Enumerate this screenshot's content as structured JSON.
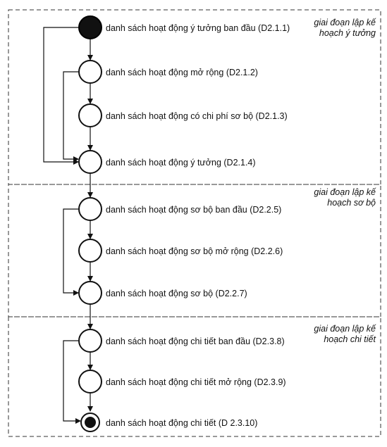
{
  "stages": [
    {
      "label_line1": "giai đoạn lập kế",
      "label_line2": "hoạch ý tưởng"
    },
    {
      "label_line1": "giai đoạn lập kế",
      "label_line2": "hoạch sơ bộ"
    },
    {
      "label_line1": "giai đoạn lập kế",
      "label_line2": "hoạch chi tiết"
    }
  ],
  "nodes": [
    {
      "label": "danh sách hoạt động ý tưởng ban đầu (D2.1.1)",
      "kind": "start"
    },
    {
      "label": "danh sách hoạt động mở rộng (D2.1.2)",
      "kind": "state"
    },
    {
      "label": "danh sách hoạt động có chi phí sơ bộ (D2.1.3)",
      "kind": "state"
    },
    {
      "label": "danh sách hoạt động ý tưởng (D2.1.4)",
      "kind": "state"
    },
    {
      "label": "danh sách hoạt động sơ bộ ban đầu (D2.2.5)",
      "kind": "state"
    },
    {
      "label": "danh sách hoạt động sơ bộ mở rộng (D2.2.6)",
      "kind": "state"
    },
    {
      "label": "danh sách hoạt động sơ bộ (D2.2.7)",
      "kind": "state"
    },
    {
      "label": "danh sách hoạt động chi tiết ban đầu (D2.3.8)",
      "kind": "state"
    },
    {
      "label": "danh sách hoạt động chi tiết mở rộng (D2.3.9)",
      "kind": "state"
    },
    {
      "label": "danh sách hoạt động chi tiết (D 2.3.10)",
      "kind": "end"
    }
  ]
}
